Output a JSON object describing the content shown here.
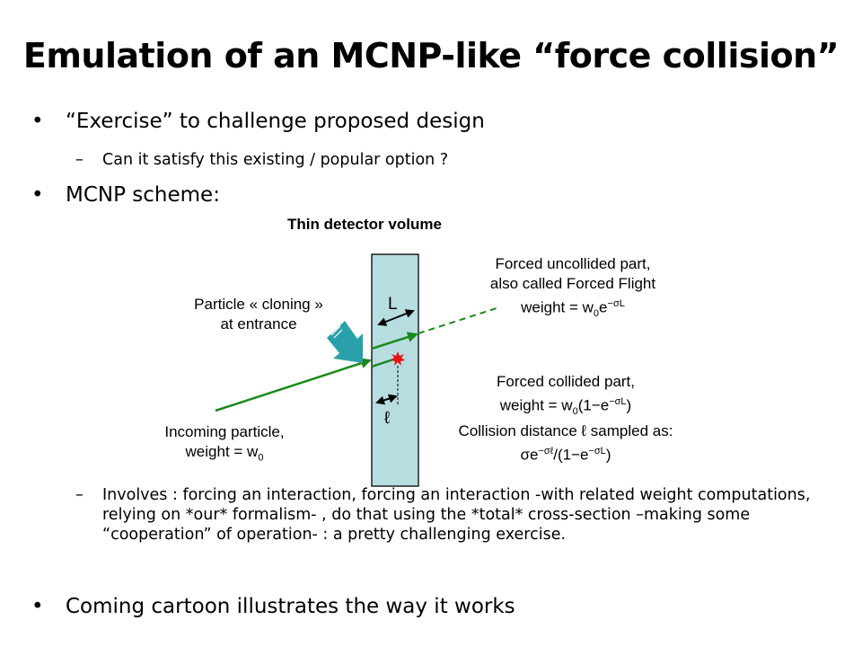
{
  "slide": {
    "title": "Emulation of an MCNP-like “force collision”",
    "bullet1": "“Exercise” to challenge proposed design",
    "sub1": "Can it satisfy this existing / popular option ?",
    "bullet2": "MCNP scheme:",
    "sub2": "Involves : forcing an interaction, forcing an interaction -with related weight computations, relying on *our* formalism- , do that using the *total* cross-section –making some “cooperation” of operation- : a pretty challenging exercise.",
    "bullet3": "Coming cartoon illustrates the way it works",
    "bullet_char": "•",
    "dash_char": "–"
  },
  "diagram": {
    "detector_title": "Thin detector volume",
    "cloning_line1": "Particle « cloning »",
    "cloning_line2": "at entrance",
    "incoming_line1": "Incoming particle,",
    "incoming_line2_prefix": "weight = w",
    "incoming_line2_sub": "0",
    "uncollided_line1": "Forced uncollided part,",
    "uncollided_line2": "also called Forced Flight",
    "uncollided_weight_prefix": "weight = w",
    "uncollided_weight_sub": "0",
    "uncollided_weight_mid": "e",
    "uncollided_weight_sup": "−σL",
    "collided_line1": "Forced collided part,",
    "collided_weight_prefix": "weight = w",
    "collided_weight_sub": "0",
    "collided_weight_mid": "(1−e",
    "collided_weight_sup": "−σL",
    "collided_weight_end": ")",
    "collision_line": "Collision distance ℓ sampled as:",
    "pdf_prefix": "σe",
    "pdf_sup1": "−σℓ",
    "pdf_mid": "/(1−e",
    "pdf_sup2": "−σL",
    "pdf_end": ")",
    "L_label": "L",
    "ell_label": "ℓ",
    "colors": {
      "detector_fill": "#b7dde1",
      "detector_stroke": "#000000",
      "track": "#1a8a1a",
      "cloning_arrow": "#2aa0aa",
      "collision_star": "#e81010"
    }
  }
}
